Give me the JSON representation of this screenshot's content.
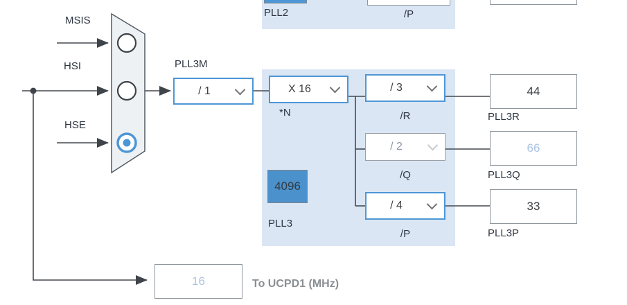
{
  "mux": {
    "sources": [
      {
        "name": "MSIS",
        "selected": false
      },
      {
        "name": "HSI",
        "selected": false
      },
      {
        "name": "HSE",
        "selected": true
      }
    ]
  },
  "pll3m": {
    "label": "PLL3M",
    "value": "/ 1"
  },
  "pll2": {
    "title": "PLL2",
    "p_label": "/P"
  },
  "pll3": {
    "title": "PLL3",
    "vco_value": "4096",
    "n": {
      "value": "X 16",
      "label": "*N",
      "enabled": true
    },
    "r": {
      "value": "/ 3",
      "label": "/R",
      "enabled": true
    },
    "q": {
      "value": "/ 2",
      "label": "/Q",
      "enabled": false
    },
    "p": {
      "value": "/ 4",
      "label": "/P",
      "enabled": true
    }
  },
  "outputs": {
    "pll3r": {
      "value": "44",
      "label": "PLL3R",
      "muted": false
    },
    "pll3q": {
      "value": "66",
      "label": "PLL3Q",
      "muted": true
    },
    "pll3p": {
      "value": "33",
      "label": "PLL3P",
      "muted": false
    }
  },
  "ucpd": {
    "value": "16",
    "label": "To UCPD1 (MHz)"
  },
  "colors": {
    "accent_blue": "#4d96d6",
    "vco_fill": "#4b91cc",
    "block_bg": "#dbe6f4",
    "wire": "#44494f",
    "border_gray": "#8f979e",
    "text_dark": "#3c4043",
    "muted_value": "#aac4e2",
    "disabled_border": "#9aa0a6",
    "disabled_text": "#8d99a8",
    "ucpd_label_color": "#8a8f94"
  }
}
